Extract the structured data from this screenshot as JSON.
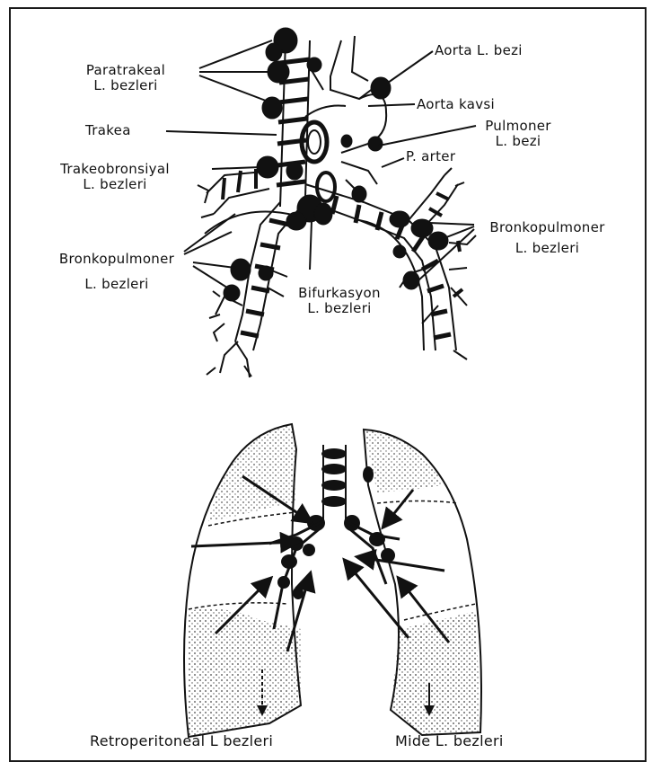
{
  "top_diagram": {
    "paratrakeal_line1": "Paratrakeal",
    "paratrakeal_line2": "L. bezleri",
    "trakea": "Trakea",
    "trakeobronsiyal_line1": "Trakeobronsiyal",
    "trakeobronsiyal_line2": "L. bezleri",
    "bronkopulmoner_left_line1": "Bronkopulmoner",
    "bronkopulmoner_left_line2": "L. bezleri",
    "bifurkasyon_line1": "Bifurkasyon",
    "bifurkasyon_line2": "L. bezleri",
    "aorta_bezi": "Aorta L. bezi",
    "aorta_kavsi": "Aorta kavsi",
    "pulmoner_bezi_line1": "Pulmoner",
    "pulmoner_bezi_line2": "L. bezi",
    "p_arter": "P. arter",
    "bronkopulmoner_right_line1": "Bronkopulmoner",
    "bronkopulmoner_right_line2": "L. bezleri"
  },
  "bottom_diagram": {
    "retroperitoneal": "Retroperitoneal L bezleri",
    "mide": "Mide L. bezleri"
  }
}
